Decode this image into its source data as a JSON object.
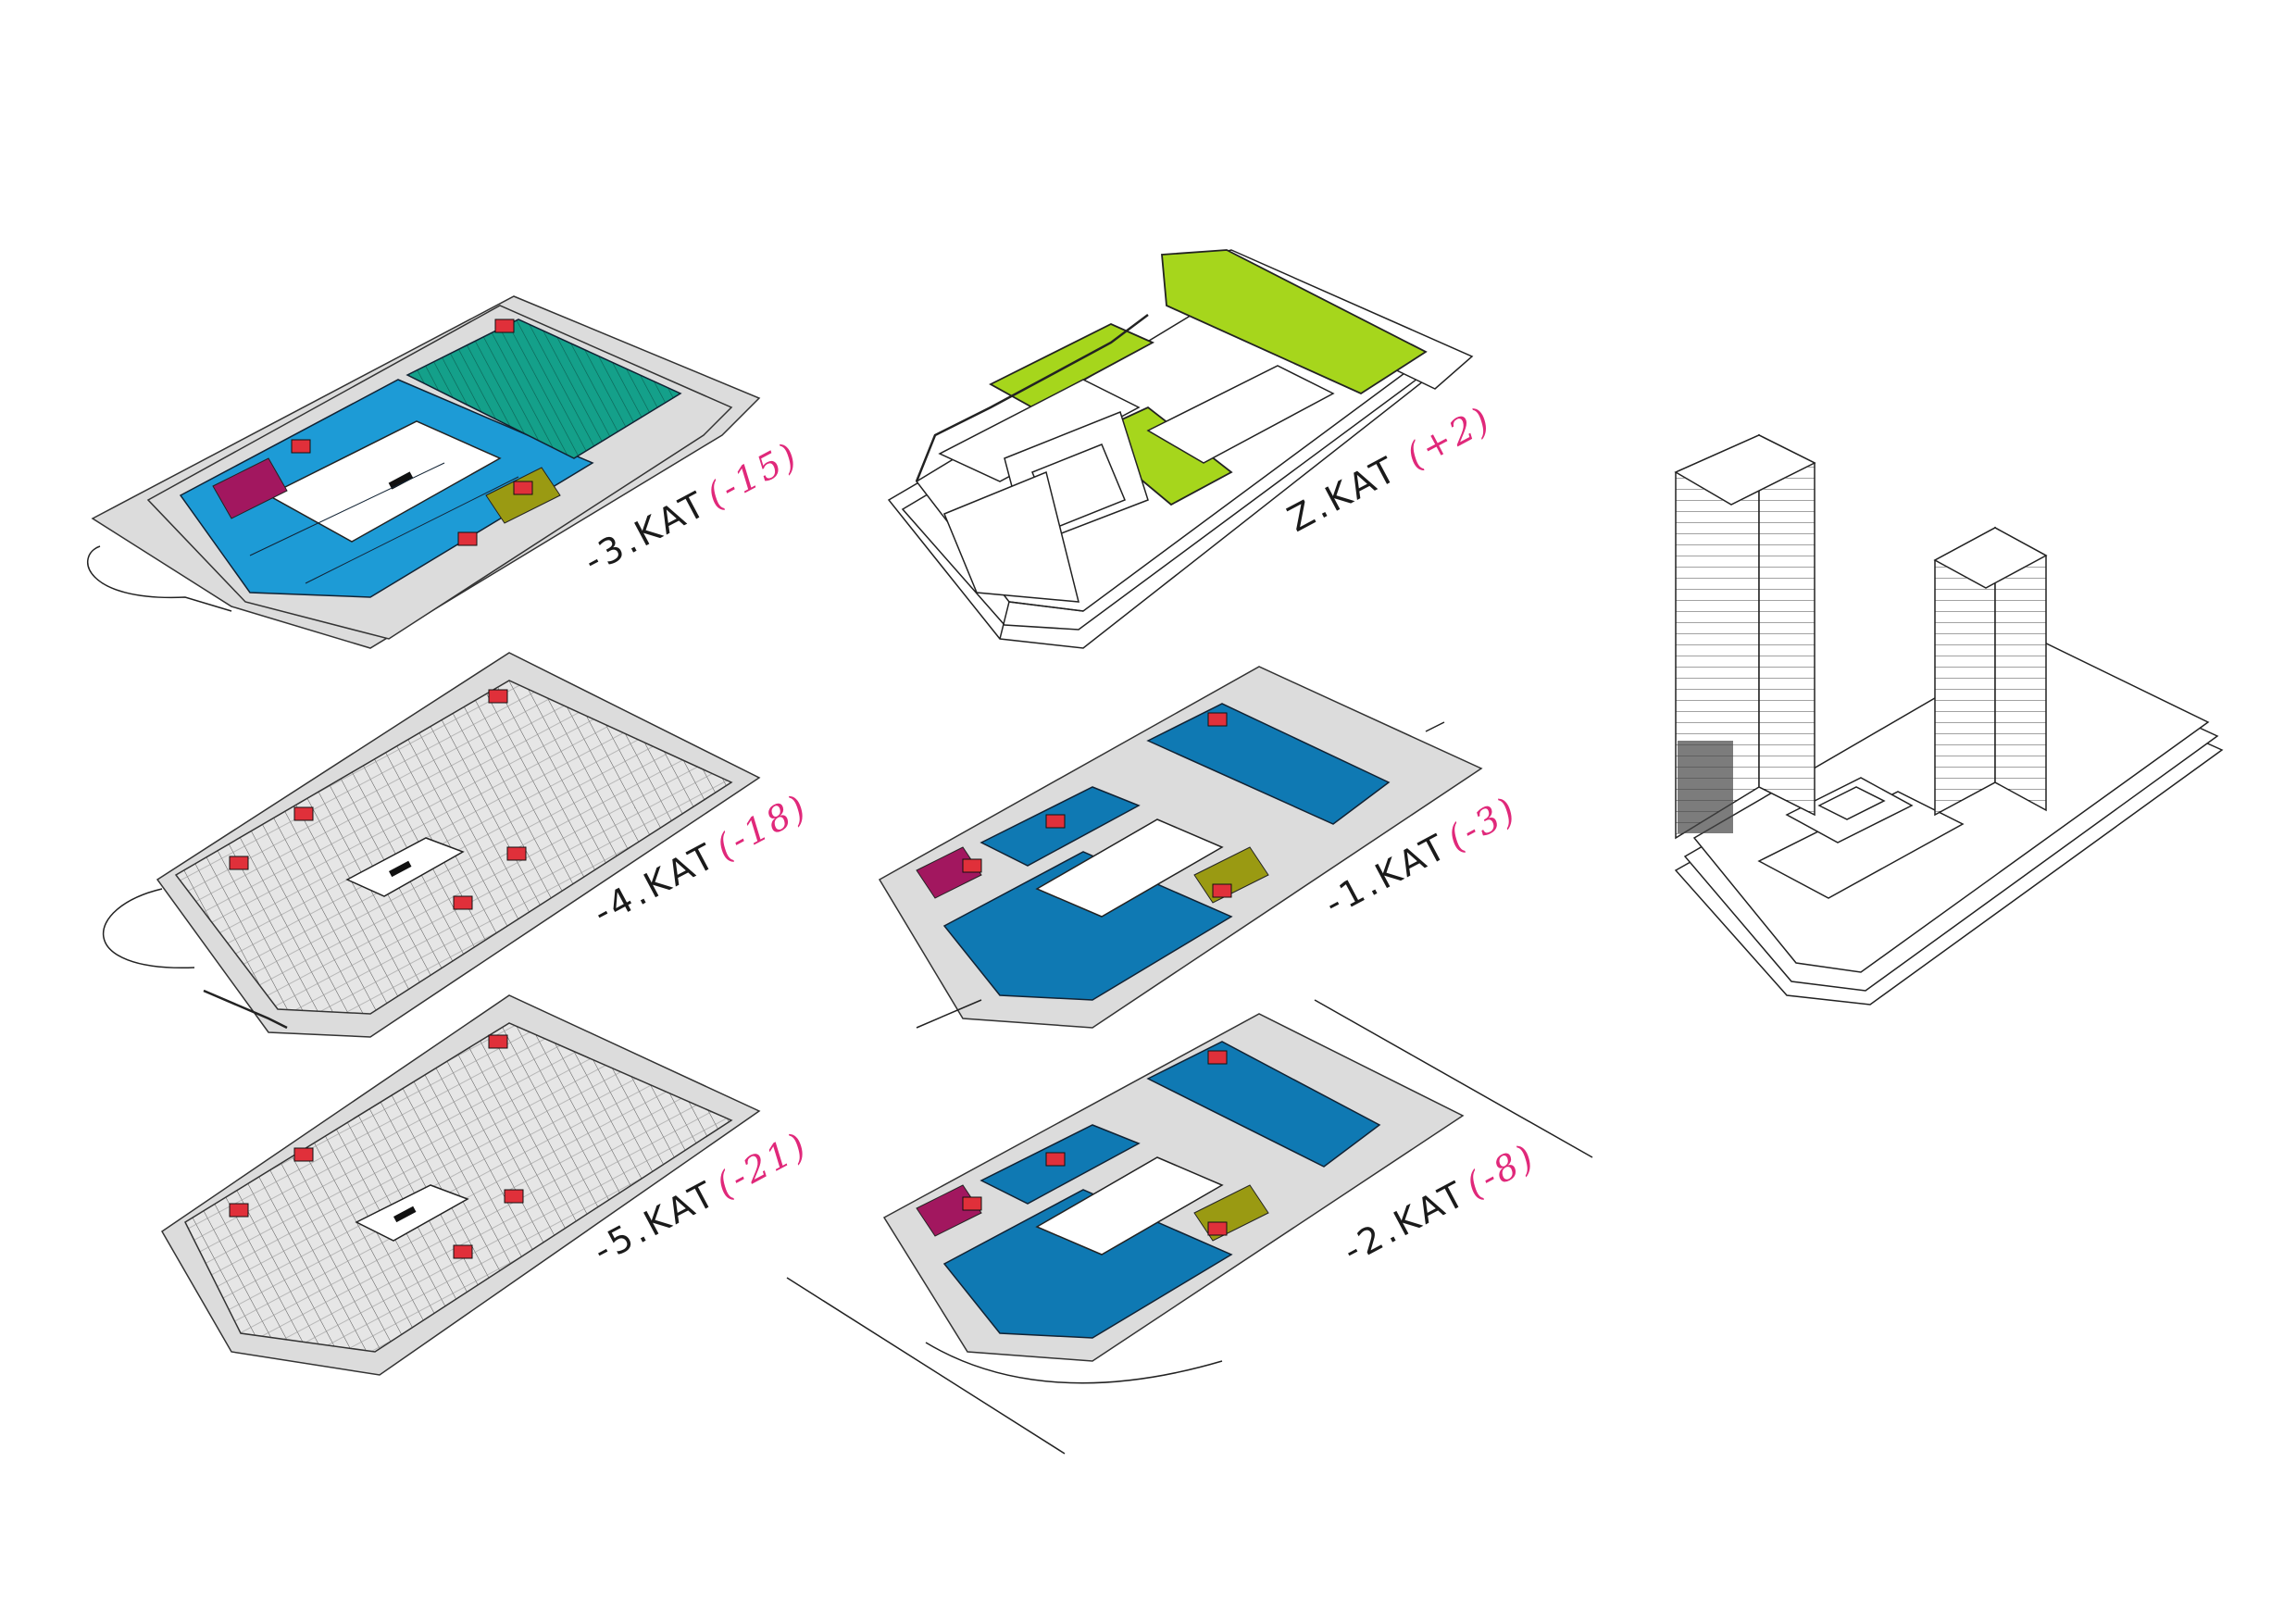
{
  "colors": {
    "slab": "#dcdcdc",
    "blue": "#1d9bd6",
    "blue_dark": "#0f79b3",
    "teal": "#14a08a",
    "magenta": "#a2175f",
    "olive": "#9a9a12",
    "lime": "#a6d61c",
    "core_red": "#e0303a",
    "label_accent": "#e0287a"
  },
  "plans": [
    {
      "label": "-3.KAT",
      "level": "(-15)"
    },
    {
      "label": "Z.KAT",
      "level": "(+2)"
    },
    {
      "label": "-4.KAT",
      "level": "(-18)"
    },
    {
      "label": "-1.KAT",
      "level": "(-3)"
    },
    {
      "label": "-5.KAT",
      "level": "(-21)"
    },
    {
      "label": "-2.KAT",
      "level": "(-8)"
    }
  ]
}
